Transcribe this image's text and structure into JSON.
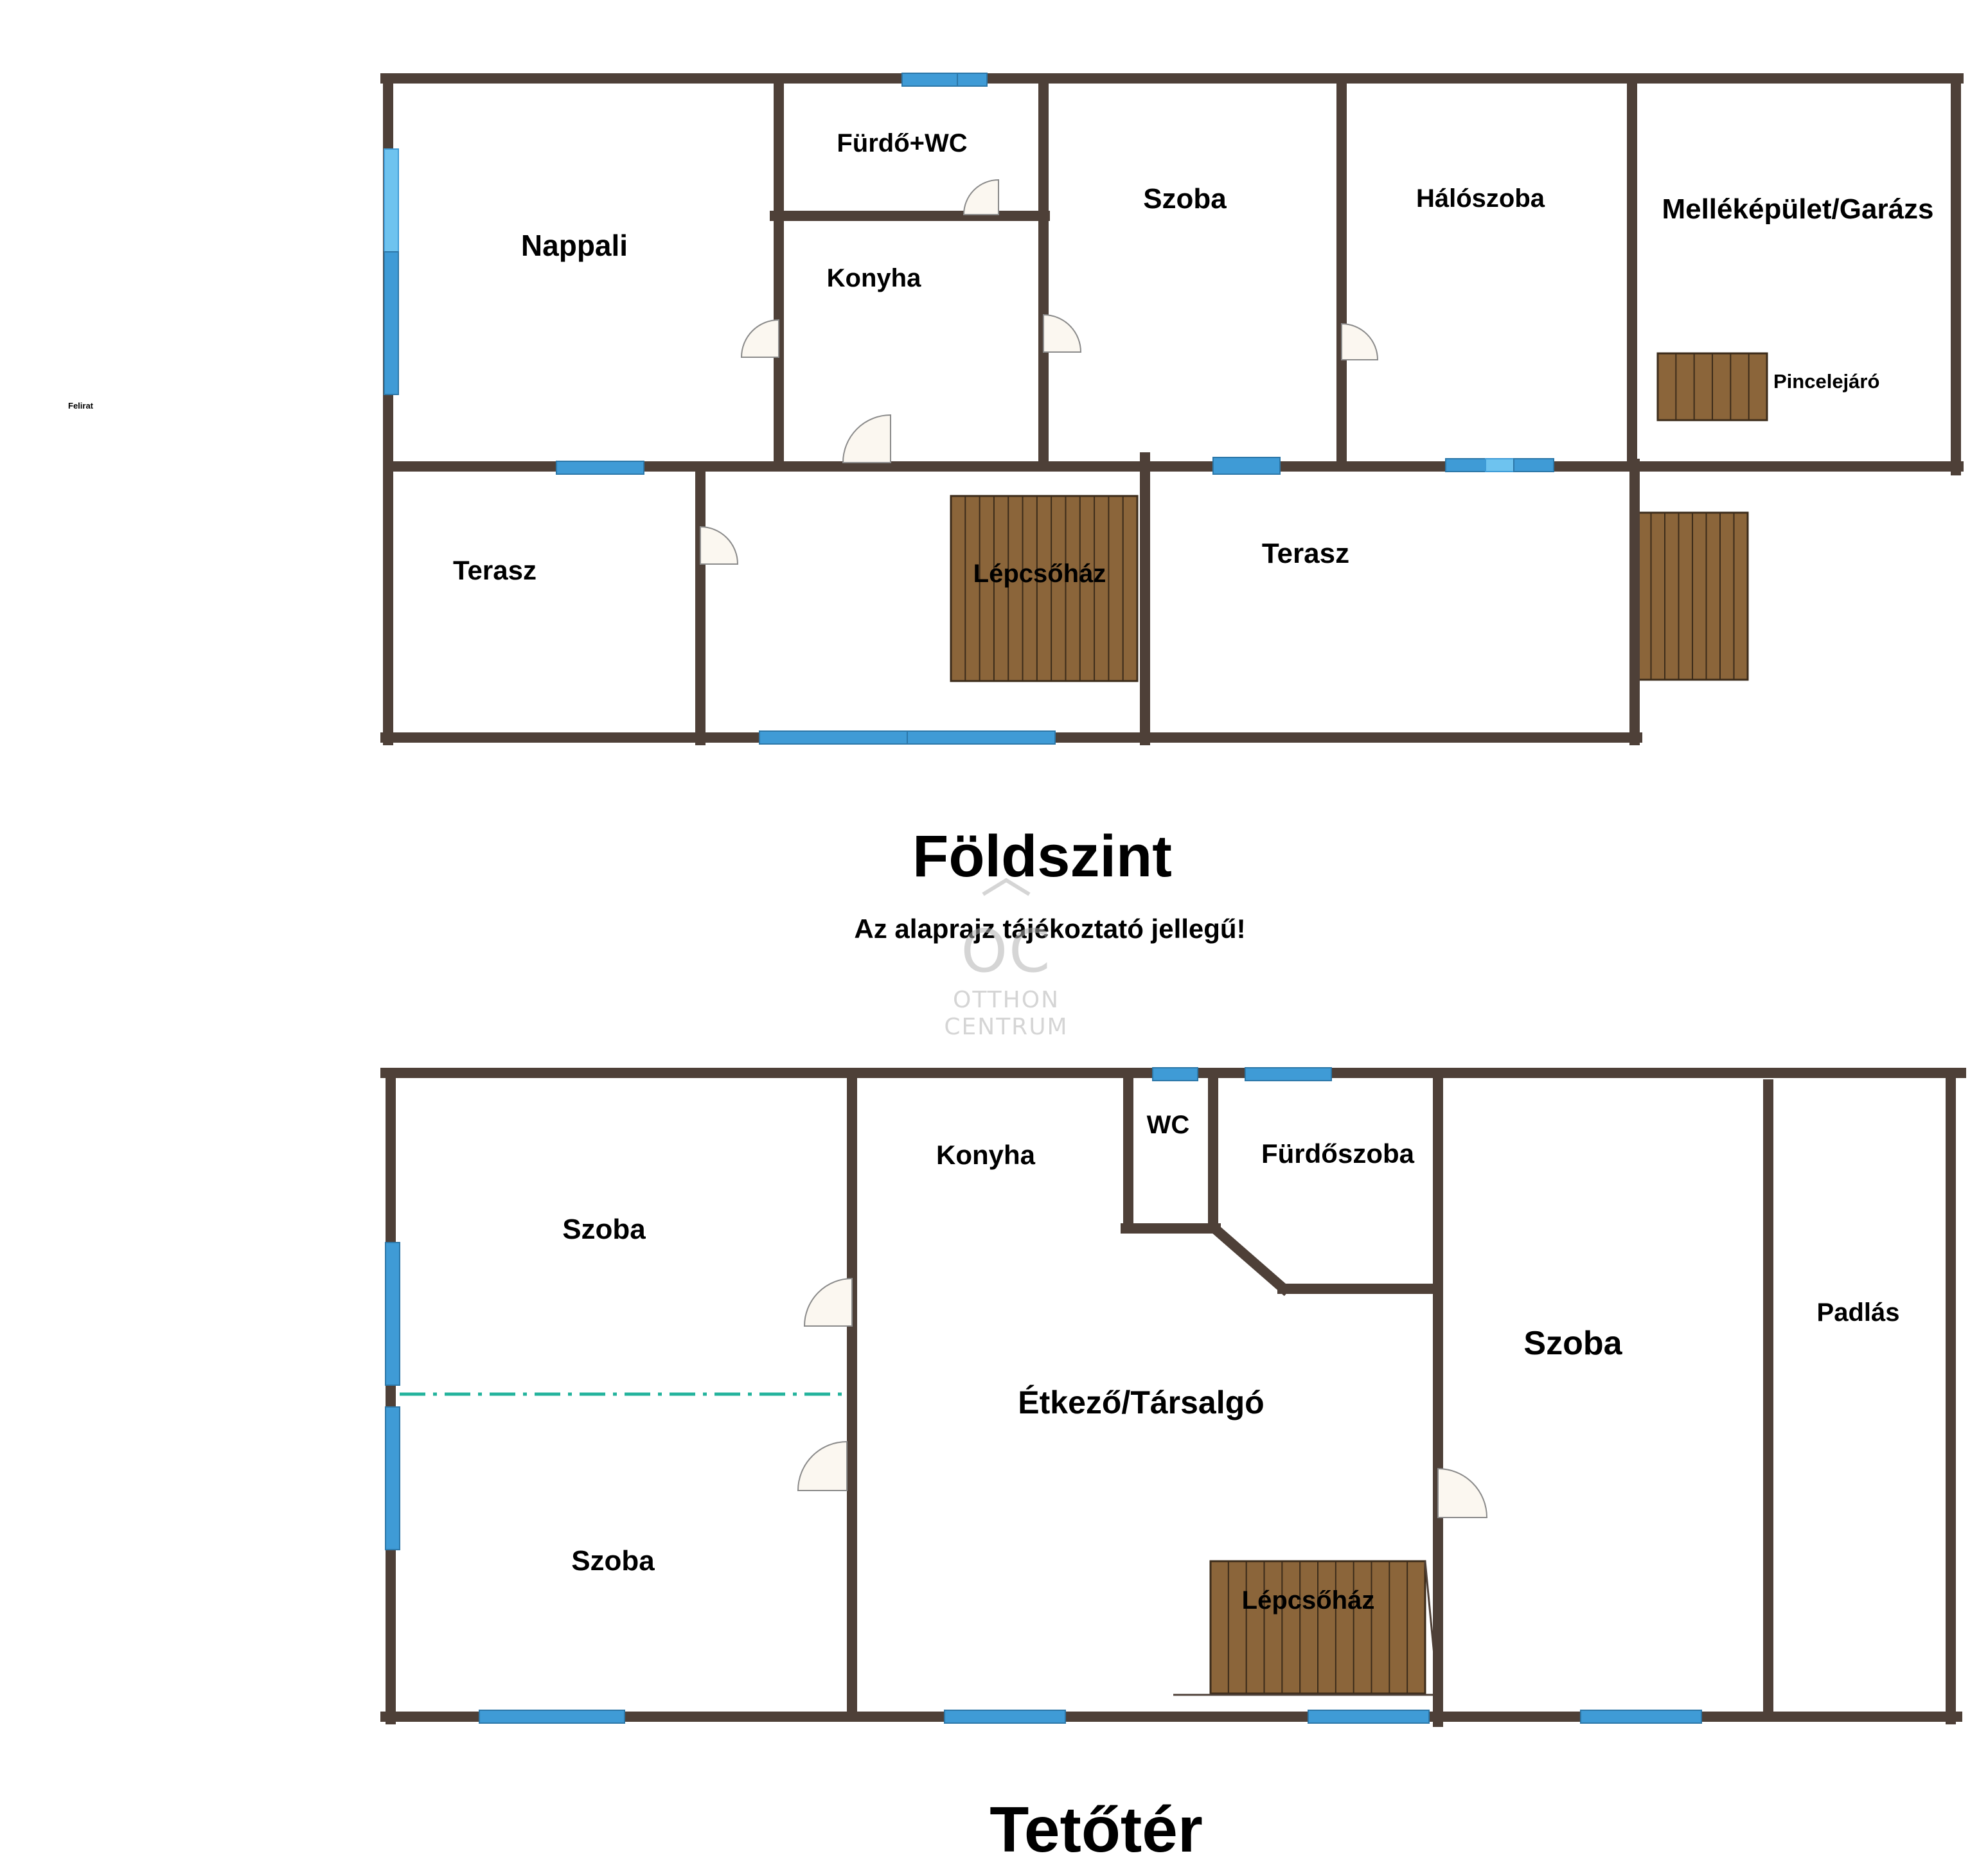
{
  "colors": {
    "wall": "#4e4038",
    "window": "#3f9bd6",
    "window_light": "#6ec3ef",
    "stair": "#8b653a",
    "stair_line": "#3b2b1a",
    "door_fill": "#fbf7f0",
    "door_line": "#8a8a8a",
    "dashed_line": "#23b39c",
    "watermark": "#b3b3b3"
  },
  "side_note": "Felirat",
  "ground_floor": {
    "title": "Földszint",
    "subtitle": "Az alaprajz tájékoztató jellegű!",
    "rooms": {
      "nappali": "Nappali",
      "furdo_wc": "Fürdő+WC",
      "konyha": "Konyha",
      "szoba": "Szoba",
      "haloszoba": "Hálószoba",
      "garazs": "Melléképület/Garázs",
      "pincelejaro": "Pincelejáró",
      "terasz_left": "Terasz",
      "lepcsohaz": "Lépcsőház",
      "terasz_right": "Terasz"
    }
  },
  "watermark": {
    "logo": "OC",
    "line1": "OTTHON",
    "line2": "CENTRUM"
  },
  "attic": {
    "title": "Tetőtér",
    "rooms": {
      "szoba_top": "Szoba",
      "szoba_bottom": "Szoba",
      "konyha": "Konyha",
      "wc": "WC",
      "furdoszoba": "Fürdőszoba",
      "etkezo": "Étkező/Társalgó",
      "lepcsohaz": "Lépcsőház",
      "szoba_right": "Szoba",
      "padlas": "Padlás"
    }
  }
}
